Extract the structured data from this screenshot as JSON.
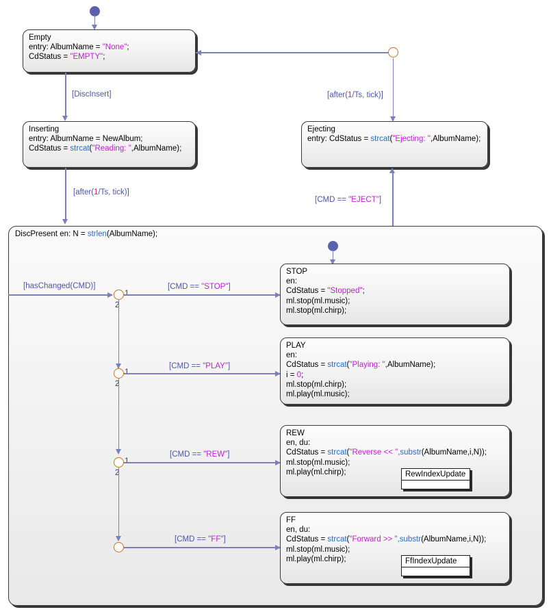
{
  "diagram": {
    "title": "CD Player Stateflow Chart",
    "colors": {
      "transition": "#7b80bb",
      "label_text": "#4d55a8",
      "string_literal": "#c020d0",
      "function_name": "#2b6cb8",
      "junction_border": "#c2742a",
      "default_dot": "#5b62ad",
      "state_border": "#3a3a3a"
    }
  },
  "states": {
    "empty": {
      "name": "Empty",
      "lines": [
        {
          "pre": "entry: AlbumName = ",
          "str": "\"None\"",
          "post": ";"
        },
        {
          "pre": "CdStatus = ",
          "str": "\"EMPTY\"",
          "post": ";"
        }
      ]
    },
    "inserting": {
      "name": "Inserting",
      "line1": "entry: AlbumName = NewAlbum;",
      "line2_pre": "CdStatus = ",
      "line2_fn": "strcat",
      "line2_mid": "(",
      "line2_str": "\"Reading: \"",
      "line2_post": ",AlbumName);"
    },
    "ejecting": {
      "name": "Ejecting",
      "line1_pre": "entry: CdStatus = ",
      "line1_fn": "strcat",
      "line1_mid": "(",
      "line1_str": "\"Ejecting: \"",
      "line1_post": ",AlbumName);"
    },
    "discpresent": {
      "name": "DiscPresent",
      "line2": "en:",
      "line3_pre": "N = ",
      "line3_fn": "strlen",
      "line3_post": "(AlbumName);"
    },
    "stop": {
      "name": "STOP",
      "line2": "en:",
      "line3_pre": "CdStatus = ",
      "line3_str": "\"Stopped\"",
      "line3_post": ";",
      "line4": "ml.stop(ml.music);",
      "line5": "ml.stop(ml.chirp);"
    },
    "play": {
      "name": "PLAY",
      "line2": "en:",
      "line3_pre": "CdStatus = ",
      "line3_fn": "strcat",
      "line3_mid": "(",
      "line3_str": "\"Playing: \"",
      "line3_post": ",AlbumName);",
      "line4_pre": "i = ",
      "line4_num": "0",
      "line4_post": ";",
      "line5": "ml.stop(ml.chirp);",
      "line6": "ml.play(ml.music);"
    },
    "rew": {
      "name": "REW",
      "line2": "en, du:",
      "line3_pre": "CdStatus = ",
      "line3_fn": "strcat",
      "line3_mid": "(",
      "line3_str": "\"Reverse << \"",
      "line3_fn2": ",substr",
      "line3_post": "(AlbumName,i,N));",
      "line4": "ml.stop(ml.music);",
      "line5": "ml.play(ml.chirp);",
      "subchart": "RewIndexUpdate"
    },
    "ff": {
      "name": "FF",
      "line2": "en, du:",
      "line3_pre": "CdStatus = ",
      "line3_fn": "strcat",
      "line3_mid": "(",
      "line3_str": "\"Forward >> \"",
      "line3_fn2": ",substr",
      "line3_post": "(AlbumName,i,N));",
      "line4": "ml.stop(ml.music);",
      "line5": "ml.play(ml.chirp);",
      "subchart": "FfIndexUpdate"
    }
  },
  "transitions": {
    "disc_insert": {
      "text": "[DiscInsert]"
    },
    "after_tick_left": {
      "pre": "[after(",
      "num": "1",
      "post": "/Ts, tick)]"
    },
    "after_tick_right": {
      "pre": "[after(",
      "num": "1",
      "post": "/Ts, tick)]"
    },
    "cmd_eject": {
      "pre": "[CMD == ",
      "str": "\"EJECT\"",
      "post": "]"
    },
    "has_changed": {
      "text": "[hasChanged(CMD)]"
    },
    "cmd_stop": {
      "pre": "[CMD == ",
      "str": "\"STOP\"",
      "post": "]"
    },
    "cmd_play": {
      "pre": "[CMD == ",
      "str": "\"PLAY\"",
      "post": "]"
    },
    "cmd_rew": {
      "pre": "[CMD == ",
      "str": "\"REW\"",
      "post": "]"
    },
    "cmd_ff": {
      "pre": "[CMD == ",
      "str": "\"FF\"",
      "post": "]"
    }
  },
  "junction_order": {
    "j1_first": "1",
    "j1_second": "2",
    "j2_first": "1",
    "j2_second": "2",
    "j3_first": "1",
    "j3_second": "2"
  }
}
